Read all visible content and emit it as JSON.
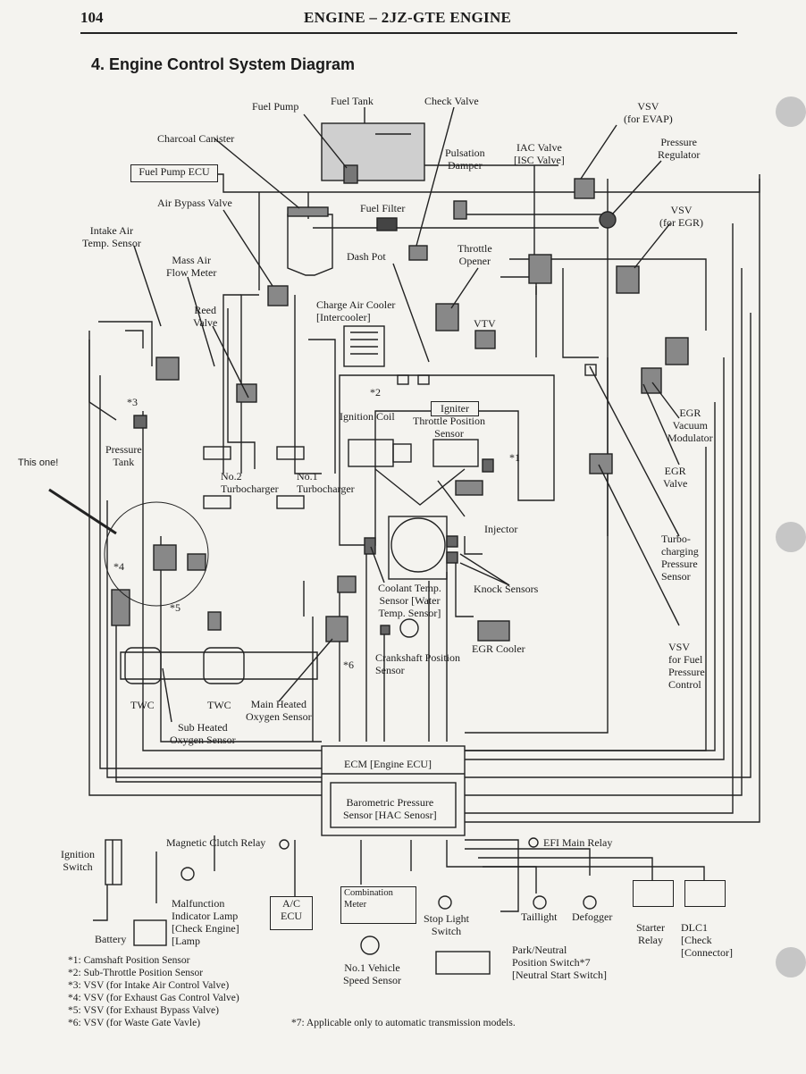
{
  "header": {
    "page_number": "104",
    "section": "ENGINE – 2JZ-GTE ENGINE",
    "title": "4. Engine Control System Diagram"
  },
  "annotation": "This one!",
  "labels": {
    "fuel_pump": "Fuel Pump",
    "fuel_tank": "Fuel Tank",
    "check_valve": "Check Valve",
    "vsv_evap": "VSV\n(for EVAP)",
    "charcoal_canister": "Charcoal Canister",
    "pulsation_damper": "Pulsation\nDamper",
    "iac_valve": "IAC Valve\n[ISC Valve]",
    "pressure_regulator": "Pressure\nRegulator",
    "fuel_pump_ecu": "Fuel Pump ECU",
    "air_bypass_valve": "Air Bypass Valve",
    "fuel_filter": "Fuel Filter",
    "vsv_egr": "VSV\n(for EGR)",
    "intake_air_temp": "Intake Air\nTemp. Sensor",
    "throttle_opener": "Throttle\nOpener",
    "dash_pot": "Dash Pot",
    "mass_air_flow": "Mass Air\nFlow Meter",
    "reed_valve": "Reed\nValve",
    "charge_air_cooler": "Charge Air Cooler\n[Intercooler]",
    "vtv": "VTV",
    "star3": "*3",
    "star2": "*2",
    "igniter": "Igniter",
    "ignition_coil": "Ignition Coil",
    "throttle_position": "Throttle Position\nSensor",
    "egr_vacuum_modulator": "EGR\nVacuum\nModulator",
    "pressure_tank": "Pressure\nTank",
    "star1": "*1",
    "egr_valve": "EGR\nValve",
    "no2_turbo": "No.2\nTurbocharger",
    "no1_turbo": "No.1\nTurbocharger",
    "injector": "Injector",
    "turbo_pressure": "Turbo-\ncharging\nPressure\nSensor",
    "star4": "*4",
    "coolant_temp": "Coolant Temp.\nSensor [Water\nTemp. Sensor]",
    "knock_sensors": "Knock Sensors",
    "star5": "*5",
    "egr_cooler": "EGR Cooler",
    "vsv_fuel_pressure": "VSV\nfor Fuel\nPressure\nControl",
    "star6": "*6",
    "crankshaft_position": "Crankshaft Position\nSensor",
    "twc1": "TWC",
    "twc2": "TWC",
    "main_heated_o2": "Main Heated\nOxygen Sensor",
    "sub_heated_o2": "Sub Heated\nOxygen Sensor",
    "ecm": "ECM [Engine ECU]",
    "barometric": "Barometric Pressure\nSensor [HAC Senosr]",
    "ignition_switch": "Ignition\nSwitch",
    "magnetic_clutch": "Magnetic Clutch Relay",
    "efi_main_relay": "EFI Main Relay",
    "malfunction_lamp": "Malfunction\nIndicator Lamp\n[Check Engine]\n[Lamp",
    "battery": "Battery",
    "ac_ecu": "A/C\nECU",
    "combination_meter": "Combination\nMeter",
    "stop_light": "Stop Light\nSwitch",
    "taillight": "Taillight",
    "defogger": "Defogger",
    "starter_relay": "Starter\nRelay",
    "dlc1": "DLC1\n[Check\n[Connector]",
    "park_neutral": "Park/Neutral\nPosition Switch*7\n[Neutral Start Switch]",
    "speed_sensor": "No.1 Vehicle\nSpeed Sensor"
  },
  "footnotes": [
    "*1: Camshaft Position Sensor",
    "*2: Sub-Throttle Position Sensor",
    "*3: VSV (for Intake Air Control Valve)",
    "*4: VSV (for Exhaust Gas Control Valve)",
    "*5: VSV (for Exhaust Bypass Valve)",
    "*6: VSV (for Waste Gate Vavle)"
  ],
  "footnote7": "*7: Applicable only to automatic transmission models."
}
